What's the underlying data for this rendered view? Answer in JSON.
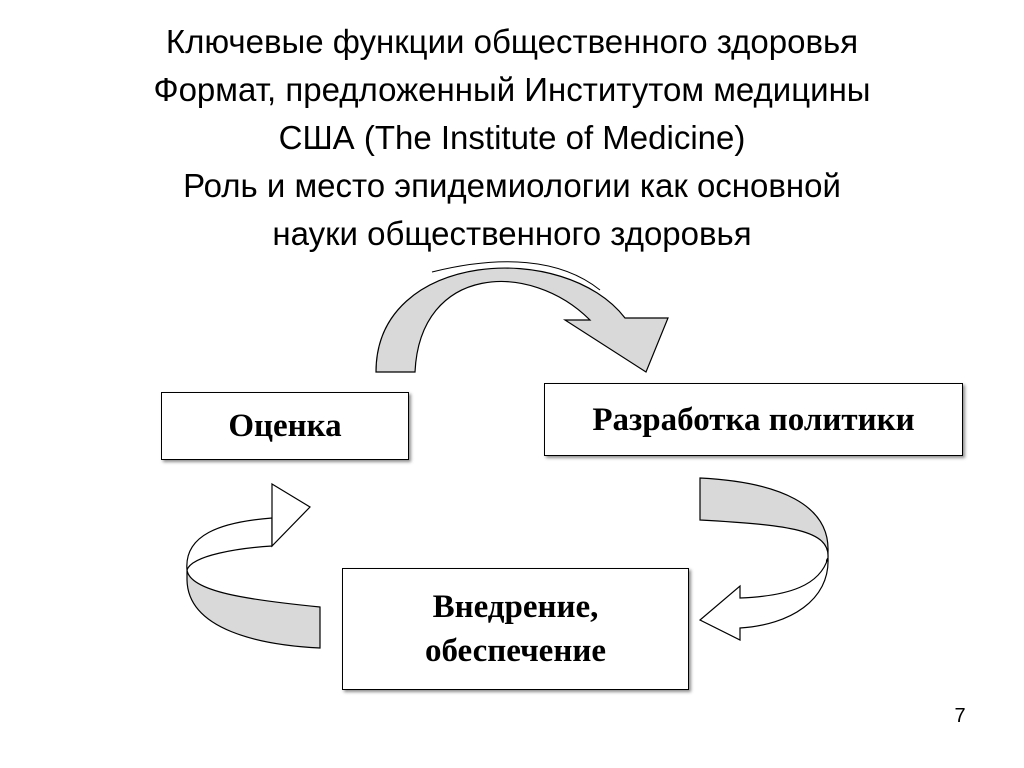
{
  "title_lines": [
    "Ключевые функции общественного здоровья",
    "Формат, предложенный Институтом медицины",
    "США (The Institute of Medicine)",
    "Роль и место эпидемиологии как основной",
    "науки общественного здоровья"
  ],
  "cycle": {
    "assessment": "Оценка",
    "policy_development": "Разработка политики",
    "assurance_line1": "Внедрение,",
    "assurance_line2": "обеспечение"
  },
  "page_number": "7",
  "colors": {
    "arrow_fill": "#d9d9d9",
    "arrow_stroke": "#000000",
    "box_border": "#000000"
  }
}
